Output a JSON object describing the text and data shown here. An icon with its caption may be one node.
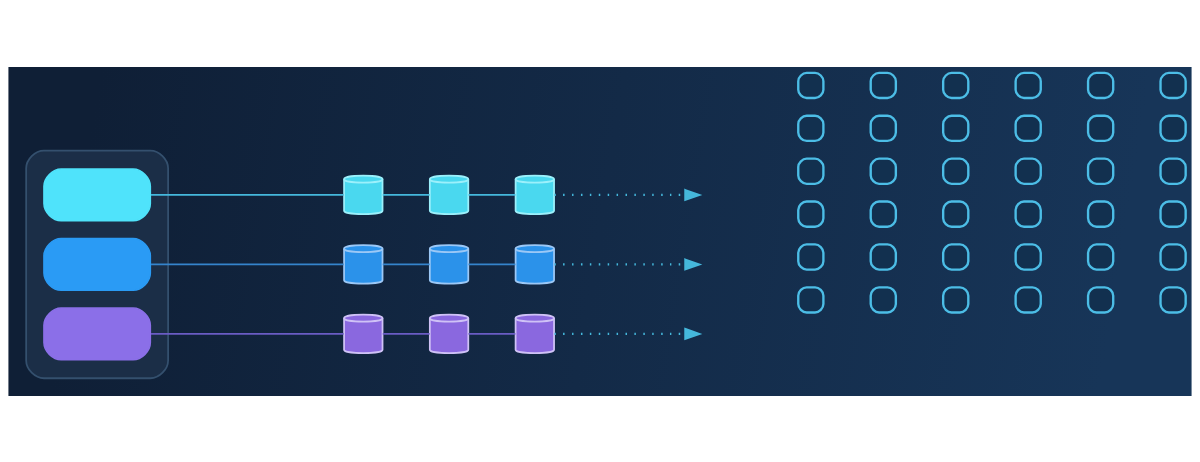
{
  "diagram": {
    "nodes": [
      {
        "text": [],
        "shape": "box"
      },
      {
        "text": [],
        "shape": "box",
        "in": 0
      },
      {
        "text": [],
        "shape": "box",
        "in": 0
      },
      {
        "text": [],
        "shape": "box",
        "in": 0
      },
      {
        "text": [],
        "shape": "cylinder"
      },
      {
        "text": [],
        "shape": "cylinder"
      },
      {
        "text": [],
        "shape": "cylinder"
      },
      {
        "text": [],
        "shape": "cylinder"
      },
      {
        "text": [],
        "shape": "cylinder"
      },
      {
        "text": [],
        "shape": "cylinder"
      },
      {
        "text": [],
        "shape": "cylinder"
      },
      {
        "text": [],
        "shape": "cylinder"
      },
      {
        "text": [],
        "shape": "cylinder"
      },
      {
        "text": [],
        "shape": "box"
      },
      {
        "text": [],
        "shape": "box"
      },
      {
        "text": [],
        "shape": "box"
      },
      {
        "text": [],
        "shape": "box"
      },
      {
        "text": [],
        "shape": "box"
      },
      {
        "text": [],
        "shape": "box"
      },
      {
        "text": [],
        "shape": "box"
      },
      {
        "text": [],
        "shape": "box"
      },
      {
        "text": [],
        "shape": "box"
      },
      {
        "text": [],
        "shape": "box"
      },
      {
        "text": [],
        "shape": "box"
      },
      {
        "text": [],
        "shape": "box"
      },
      {
        "text": [],
        "shape": "box"
      },
      {
        "text": [],
        "shape": "box"
      },
      {
        "text": [],
        "shape": "box"
      },
      {
        "text": [],
        "shape": "box"
      },
      {
        "text": [],
        "shape": "box"
      },
      {
        "text": [],
        "shape": "box"
      },
      {
        "text": [],
        "shape": "box"
      },
      {
        "text": [],
        "shape": "box"
      },
      {
        "text": [],
        "shape": "box"
      },
      {
        "text": [],
        "shape": "box"
      },
      {
        "text": [],
        "shape": "box"
      },
      {
        "text": [],
        "shape": "box"
      },
      {
        "text": [],
        "shape": "box"
      },
      {
        "text": [],
        "shape": "box"
      },
      {
        "text": [],
        "shape": "box"
      },
      {
        "text": [],
        "shape": "box"
      },
      {
        "text": [],
        "shape": "box"
      },
      {
        "text": [],
        "shape": "box"
      },
      {
        "text": [],
        "shape": "box"
      },
      {
        "text": [],
        "shape": "box"
      },
      {
        "text": [],
        "shape": "box"
      },
      {
        "text": [],
        "shape": "box"
      },
      {
        "text": [],
        "shape": "box"
      },
      {
        "text": [],
        "shape": "box"
      }
    ],
    "edges": [
      {
        "from": 1,
        "to": 4,
        "arrow": "none"
      },
      {
        "from": 4,
        "to": 5,
        "arrow": "none"
      },
      {
        "from": 5,
        "to": 6,
        "arrow": "none"
      },
      {
        "from": 2,
        "to": 7,
        "arrow": "none",
        "color": "#3584cc"
      },
      {
        "from": 7,
        "to": 8,
        "arrow": "none",
        "color": "#3584cc"
      },
      {
        "from": 8,
        "to": 9,
        "arrow": "none",
        "color": "#3584cc"
      },
      {
        "from": 3,
        "to": 10,
        "arrow": "none",
        "color": "#6a5cc4"
      },
      {
        "from": 10,
        "to": 11,
        "arrow": "none",
        "color": "#6a5cc4"
      },
      {
        "from": 11,
        "to": 12,
        "arrow": "none",
        "color": "#6a5cc4"
      },
      {
        "from": 6,
        "to": null,
        "arrow": "to",
        "style": "dashed"
      },
      {
        "from": 9,
        "to": null,
        "arrow": "to",
        "style": "dashed"
      },
      {
        "from": 12,
        "to": null,
        "arrow": "to",
        "style": "dashed"
      }
    ]
  }
}
